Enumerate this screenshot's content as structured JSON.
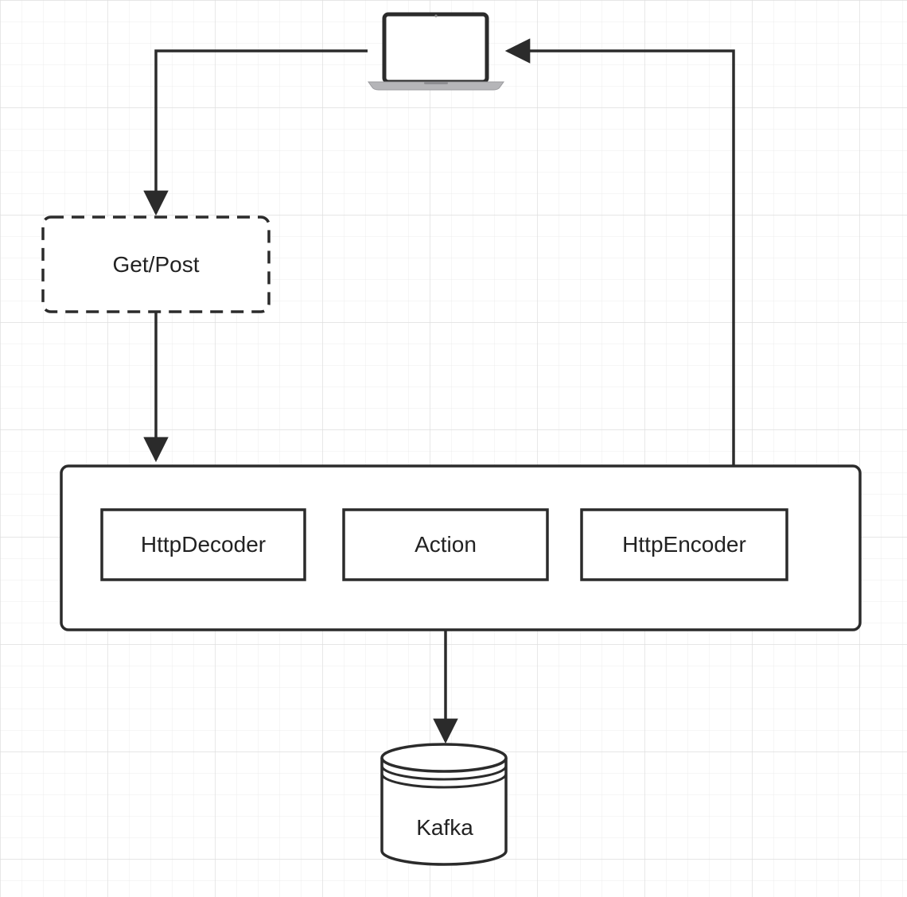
{
  "nodes": {
    "client": {
      "icon": "laptop-icon"
    },
    "request": {
      "label": "Get/Post"
    },
    "pipeline": {
      "decoder": {
        "label": "HttpDecoder"
      },
      "action": {
        "label": "Action"
      },
      "encoder": {
        "label": "HttpEncoder"
      }
    },
    "storage": {
      "label": "Kafka",
      "icon": "database-cylinder-icon"
    }
  },
  "edges": [
    {
      "from": "client",
      "to": "request"
    },
    {
      "from": "request",
      "to": "pipeline"
    },
    {
      "from": "action",
      "to": "storage"
    },
    {
      "from": "pipeline",
      "to": "client"
    }
  ],
  "colors": {
    "stroke": "#2b2b2b",
    "text": "#222222",
    "grid": "#e6e6e6",
    "background": "#ffffff"
  }
}
